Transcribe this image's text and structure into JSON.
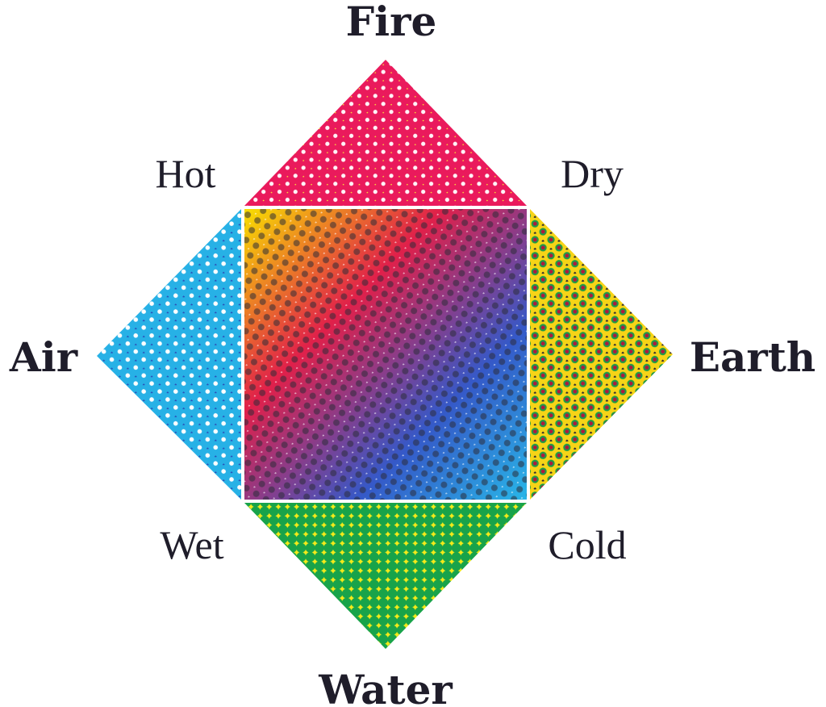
{
  "elements": {
    "fire": {
      "label": "Fire",
      "color": "#ea1a5c"
    },
    "air": {
      "label": "Air",
      "color": "#27b1e6"
    },
    "earth": {
      "label": "Earth",
      "color": "#1f9a47"
    },
    "water": {
      "label": "Water",
      "color": "#18a34a"
    }
  },
  "qualities": {
    "hot": "Hot",
    "dry": "Dry",
    "wet": "Wet",
    "cold": "Cold"
  },
  "center": {
    "colors": [
      "#f8e100",
      "#e0204a",
      "#3559c8",
      "#28b7e8"
    ],
    "border_color": "#ffffff"
  }
}
